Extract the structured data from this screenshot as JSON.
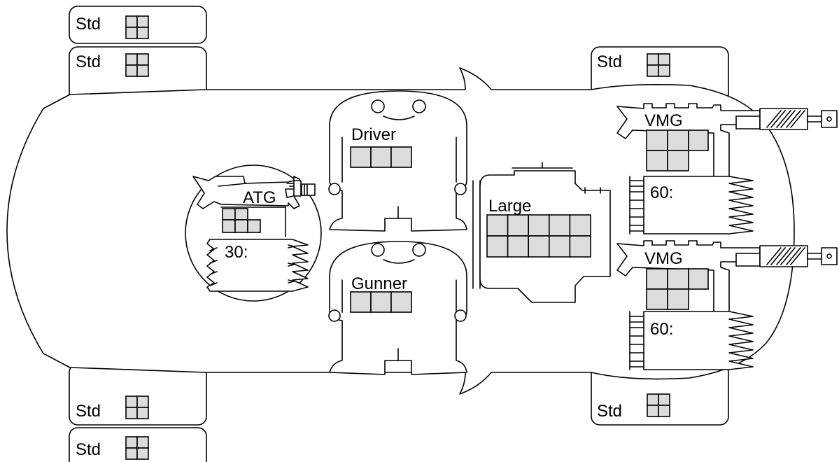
{
  "wheels": {
    "front_left_1": "Std",
    "front_left_2": "Std",
    "rear_right_top": "Std",
    "front_left_3": "Std",
    "front_left_4": "Std",
    "rear_right_bottom": "Std"
  },
  "crew": {
    "driver": "Driver",
    "gunner": "Gunner"
  },
  "components": {
    "atg": "ATG",
    "atg_ammo": "30:",
    "engine": "Large",
    "vmg_top": "VMG",
    "vmg_top_ammo": "60:",
    "vmg_bottom": "VMG",
    "vmg_bottom_ammo": "60:"
  },
  "colors": {
    "slot_fill": "#dcdcdc",
    "outline": "#000000",
    "background": "#ffffff"
  }
}
